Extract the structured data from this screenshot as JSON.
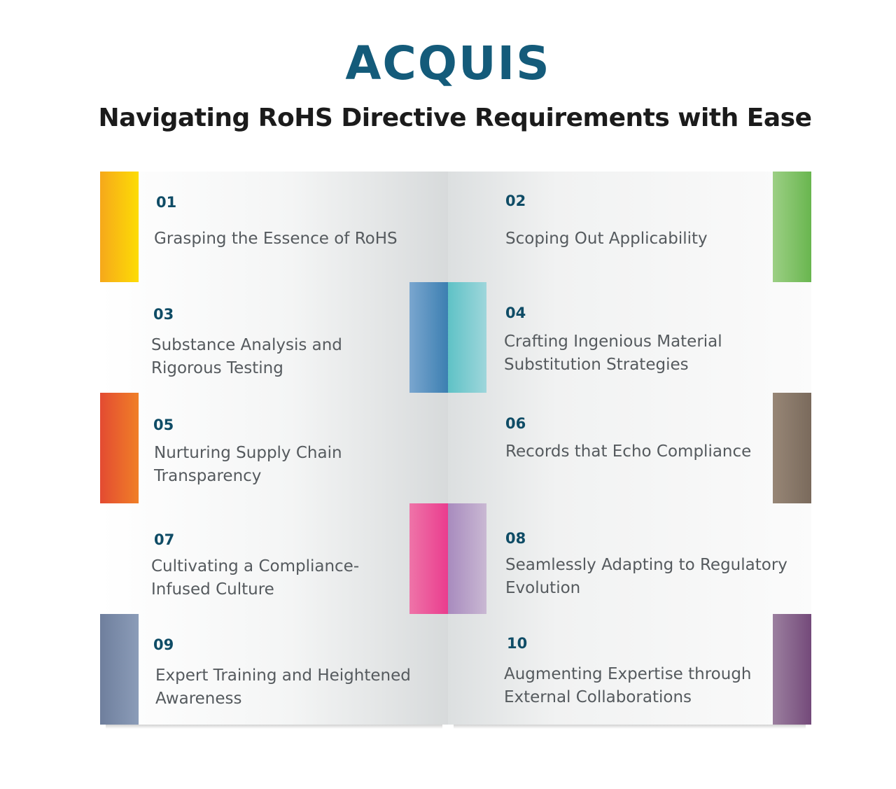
{
  "header": {
    "logo": "ACQUIS",
    "title": "Navigating RoHS Directive Requirements with Ease"
  },
  "steps": [
    {
      "number": "01",
      "text": "Grasping the Essence of RoHS",
      "color_a": "#f6a81b",
      "color_b": "#fddc05"
    },
    {
      "number": "02",
      "text": "Scoping Out Applicability",
      "color_a": "#9ccf84",
      "color_b": "#69b64f"
    },
    {
      "number": "03",
      "text": "Substance Analysis and Rigorous Testing",
      "color_a": "#7aa6cf",
      "color_b": "#3c7fb1"
    },
    {
      "number": "04",
      "text": "Crafting Ingenious Material Substitution Strategies",
      "color_a": "#5fc2c6",
      "color_b": "#9ed6db"
    },
    {
      "number": "05",
      "text": "Nurturing Supply Chain Transparency",
      "color_a": "#e34b32",
      "color_b": "#f07f27"
    },
    {
      "number": "06",
      "text": "Records that Echo Compliance",
      "color_a": "#978676",
      "color_b": "#7a6a5c"
    },
    {
      "number": "07",
      "text": "Cultivating a Compliance-Infused Culture",
      "color_a": "#ee74a8",
      "color_b": "#ea3c8e"
    },
    {
      "number": "08",
      "text": "Seamlessly Adapting to Regulatory Evolution",
      "color_a": "#a88bbe",
      "color_b": "#c9b8d3"
    },
    {
      "number": "09",
      "text": "Expert Training and Heightened Awareness",
      "color_a": "#6f7f9d",
      "color_b": "#8b9cb8"
    },
    {
      "number": "10",
      "text": "Augmenting Expertise through External Collaborations",
      "color_a": "#9b7f9f",
      "color_b": "#744a7a"
    }
  ]
}
